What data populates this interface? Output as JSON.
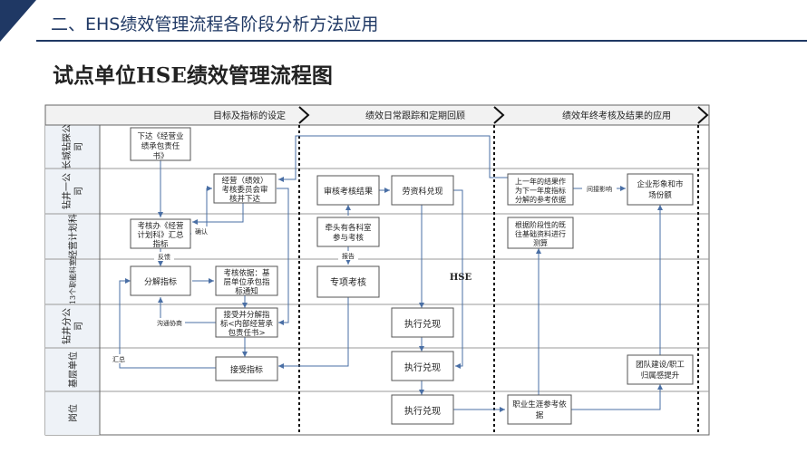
{
  "header": {
    "section_title": "二、EHS绩效管理流程各阶段分析方法应用"
  },
  "page": {
    "title": "试点单位HSE绩效管理流程图"
  },
  "diagram": {
    "phases": [
      "目标及指标的设定",
      "绩效日常跟踪和定期回顾",
      "绩效年终考核及结果的应用"
    ],
    "lanes": [
      [
        "长城钻探公",
        "司"
      ],
      [
        "钻井一公",
        "司"
      ],
      [
        "经营计划科"
      ],
      [
        "13个职能科室"
      ],
      [
        "钻井分公",
        "司"
      ],
      [
        "基层单位"
      ],
      [
        "岗位"
      ]
    ],
    "boxes": {
      "b1": [
        "下达《经营业",
        "绩承包责任",
        "书》"
      ],
      "b2": [
        "经营（绩效）",
        "考核委员会审",
        "核并下达"
      ],
      "b3": [
        "考核办《经营",
        "计划科》汇总",
        "指标"
      ],
      "b4": [
        "分解指标"
      ],
      "b5": [
        "考核依据：基",
        "层单位承包指",
        "标通知"
      ],
      "b6": [
        "接受并分解指",
        "标<内部经营承",
        "包责任书>"
      ],
      "b7": [
        "接受指标"
      ],
      "c1": [
        "审核考核结果"
      ],
      "c2": [
        "劳资科兑现"
      ],
      "c3": [
        "牵头有各科室",
        "参与考核"
      ],
      "c4": [
        "专项考核"
      ],
      "c5": [
        "执行兑现"
      ],
      "c6": [
        "执行兑现"
      ],
      "c7": [
        "执行兑现"
      ],
      "d1": [
        "上一年的结果作",
        "为下一年度指标",
        "分解的参考依据"
      ],
      "d2": [
        "企业形象和市",
        "场份额"
      ],
      "d3": [
        "根据阶段性的既",
        "往基础资料进行",
        "测算"
      ],
      "d4": [
        "团队建设/职工",
        "归属感提升"
      ],
      "d5": [
        "职业生涯参考依",
        "据"
      ]
    },
    "labels": {
      "fankui": "反馈",
      "queren": "确认",
      "goutong": "沟通协商",
      "huizong": "汇总",
      "baogao": "报告",
      "hse": "HSE",
      "jianjie": "间接影响"
    }
  }
}
